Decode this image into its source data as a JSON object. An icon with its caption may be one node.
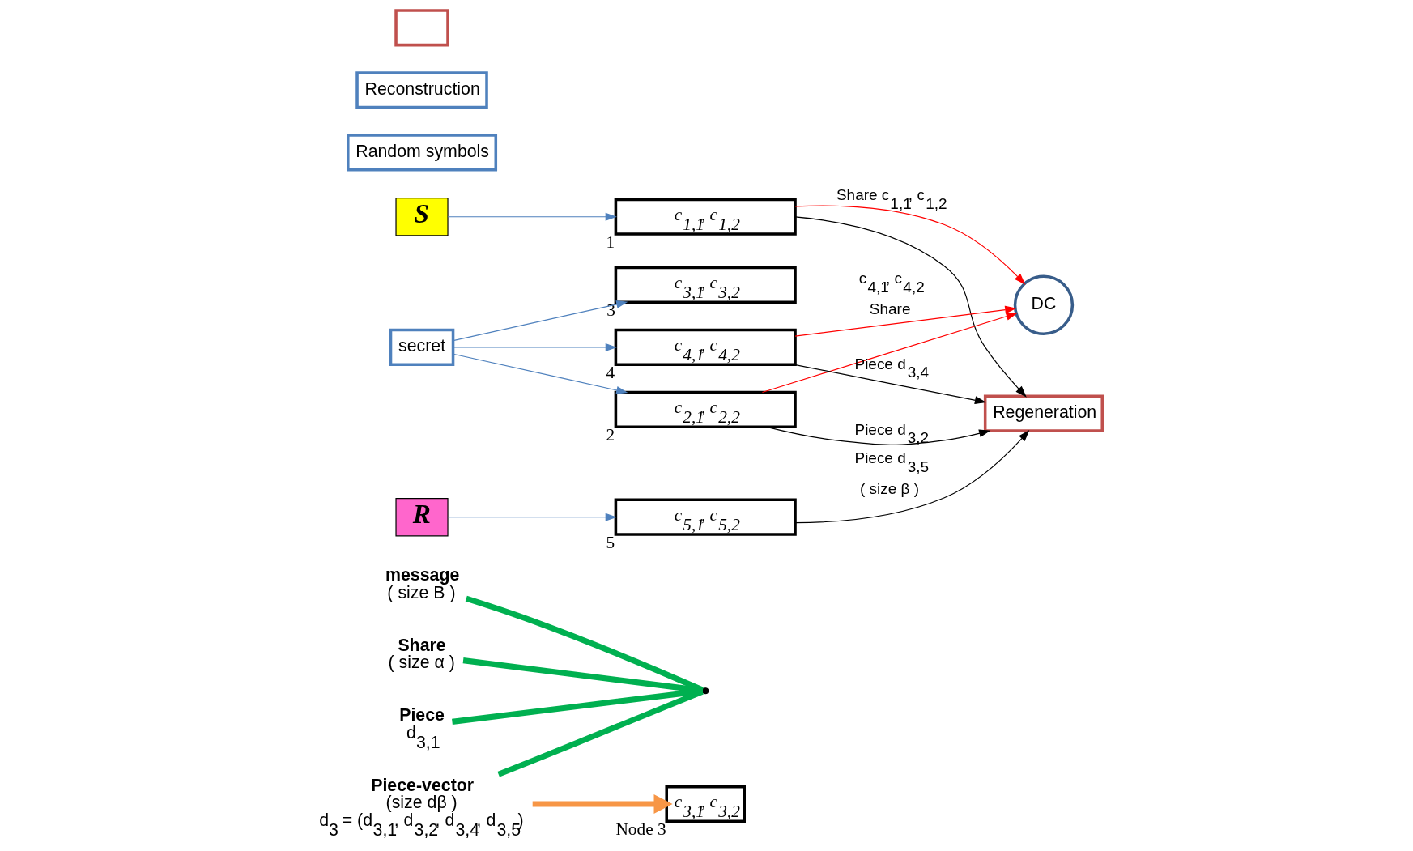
{
  "diagram": {
    "nodes": [
      {
        "text": [
          "message",
          "( size B )"
        ]
      },
      {
        "text": [
          "S"
        ]
      },
      {
        "text": [
          "secret"
        ]
      },
      {
        "text": [
          "R"
        ]
      },
      {
        "text": [
          "Random symbols"
        ]
      },
      {
        "text": [
          "c$_{1,1}$, c$_{1,2}$"
        ],
        "beside": [
          "1"
        ]
      },
      {
        "text": [
          "c$_{2,1}$, c$_{2,2}$"
        ],
        "beside": [
          "2"
        ]
      },
      {
        "text": [
          "c$_{3,1}$, c$_{3,2}$"
        ],
        "beside": [
          "3"
        ]
      },
      {
        "text": [
          "c$_{4,1}$, c$_{4,2}$"
        ],
        "beside": [
          "4"
        ]
      },
      {
        "text": [
          "c$_{5,1}$, c$_{5,2}$"
        ],
        "beside": [
          "5"
        ]
      },
      {
        "text": [
          "Share",
          "( size α )"
        ]
      },
      {
        "text": [
          "Piece",
          "d$_{3,1}$"
        ]
      },
      {
        "text": [],
        "shape": "point"
      },
      {
        "text": [
          "Reconstruction"
        ]
      },
      {
        "text": [
          "DC"
        ]
      },
      {
        "text": [
          "Regeneration"
        ]
      },
      {
        "text": [
          "Piece-vector",
          "(size dβ )",
          "d$_{3}$ = (d$_{3,1}$, d$_{3,2}$, d$_{3,4}$, d$_{3,5}$)"
        ]
      },
      {
        "text": [
          "c$_{3,1}$, c$_{3,2}$"
        ],
        "beside": [
          "Node 3"
        ]
      },
      {
        "text": [],
        "shape": "box"
      }
    ],
    "edges": [
      {
        "from": 1,
        "to": 5,
        "arrow": "to",
        "color": "#4f81bd"
      },
      {
        "from": 2,
        "to": 6,
        "arrow": "to",
        "color": "#4f81bd"
      },
      {
        "from": 2,
        "to": 7,
        "arrow": "to",
        "color": "#4f81bd"
      },
      {
        "from": 2,
        "to": 8,
        "arrow": "to",
        "color": "#4f81bd"
      },
      {
        "from": 3,
        "to": 9,
        "arrow": "to",
        "color": "#4f81bd"
      },
      {
        "from": 5,
        "to": 14,
        "arrow": "to",
        "color": "#ff0000",
        "label": "Share c$_{1,1}$, c$_{1,2}$"
      },
      {
        "from": 6,
        "to": 14,
        "arrow": "to",
        "color": "#ff0000"
      },
      {
        "from": 8,
        "to": 14,
        "arrow": "to",
        "color": "#ff0000",
        "label": "c$_{4,1}$, c$_{4,2}$ Share"
      },
      {
        "from": 5,
        "to": 15,
        "arrow": "to",
        "color": "#000000"
      },
      {
        "from": 6,
        "to": 15,
        "arrow": "to",
        "color": "#000000",
        "label": "Piece d$_{3,2}$"
      },
      {
        "from": 8,
        "to": 15,
        "arrow": "to",
        "color": "#000000",
        "label": "Piece d$_{3,4}$"
      },
      {
        "from": 9,
        "to": 15,
        "arrow": "to",
        "color": "#000000",
        "label": "Piece d$_{3,5}$ ( size β )"
      },
      {
        "from": 0,
        "to": 12,
        "arrow": "none",
        "style": "thick",
        "color": "#00b050"
      },
      {
        "from": 10,
        "to": 12,
        "arrow": "none",
        "style": "thick",
        "color": "#00b050"
      },
      {
        "from": 11,
        "to": 12,
        "arrow": "none",
        "style": "thick",
        "color": "#00b050"
      },
      {
        "from": 16,
        "to": 12,
        "arrow": "none",
        "style": "thick",
        "color": "#00b050"
      },
      {
        "from": 16,
        "to": 17,
        "arrow": "to",
        "style": "thick",
        "color": "#f79646"
      }
    ]
  }
}
